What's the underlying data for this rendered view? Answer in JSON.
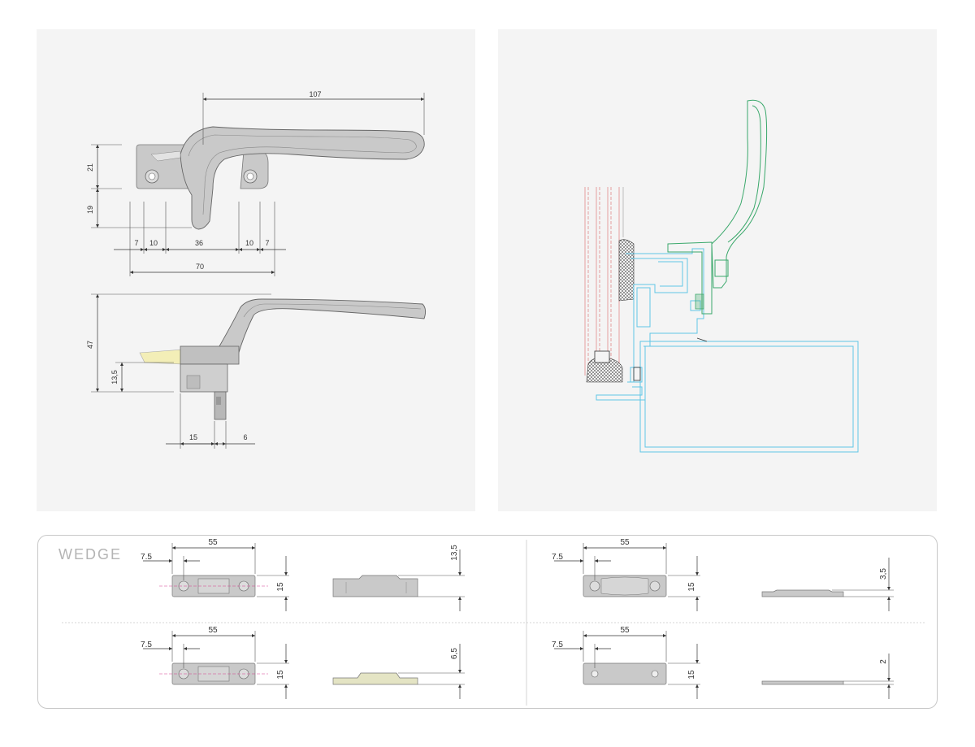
{
  "handle_top_view": {
    "dim_length": "107",
    "dim_height_upper": "21",
    "dim_height_lower": "19",
    "dim_offset_left_a": "7",
    "dim_offset_left_b": "10",
    "dim_center": "36",
    "dim_offset_right_b": "10",
    "dim_offset_right_a": "7",
    "dim_total": "70"
  },
  "handle_side_view": {
    "dim_height": "47",
    "dim_base_height": "13,5",
    "dim_base_width": "15",
    "dim_spindle": "6"
  },
  "wedge": {
    "title": "WEDGE",
    "items": [
      {
        "length": "55",
        "hole_offset": "7.5",
        "width": "15",
        "thickness": "13,5"
      },
      {
        "length": "55",
        "hole_offset": "7.5",
        "width": "15",
        "thickness": "3,5"
      },
      {
        "length": "55",
        "hole_offset": "7.5",
        "width": "15",
        "thickness": "6,5"
      },
      {
        "length": "55",
        "hole_offset": "7.5",
        "width": "15",
        "thickness": "2"
      }
    ]
  },
  "colors": {
    "panel_bg": "#f4f4f4",
    "part_gray": "#c9c9c9",
    "glass_red": "#e28a8a",
    "frame_cyan": "#5fc6e6",
    "handle_green": "#3aa86b",
    "center_line": "#d63d8f"
  }
}
